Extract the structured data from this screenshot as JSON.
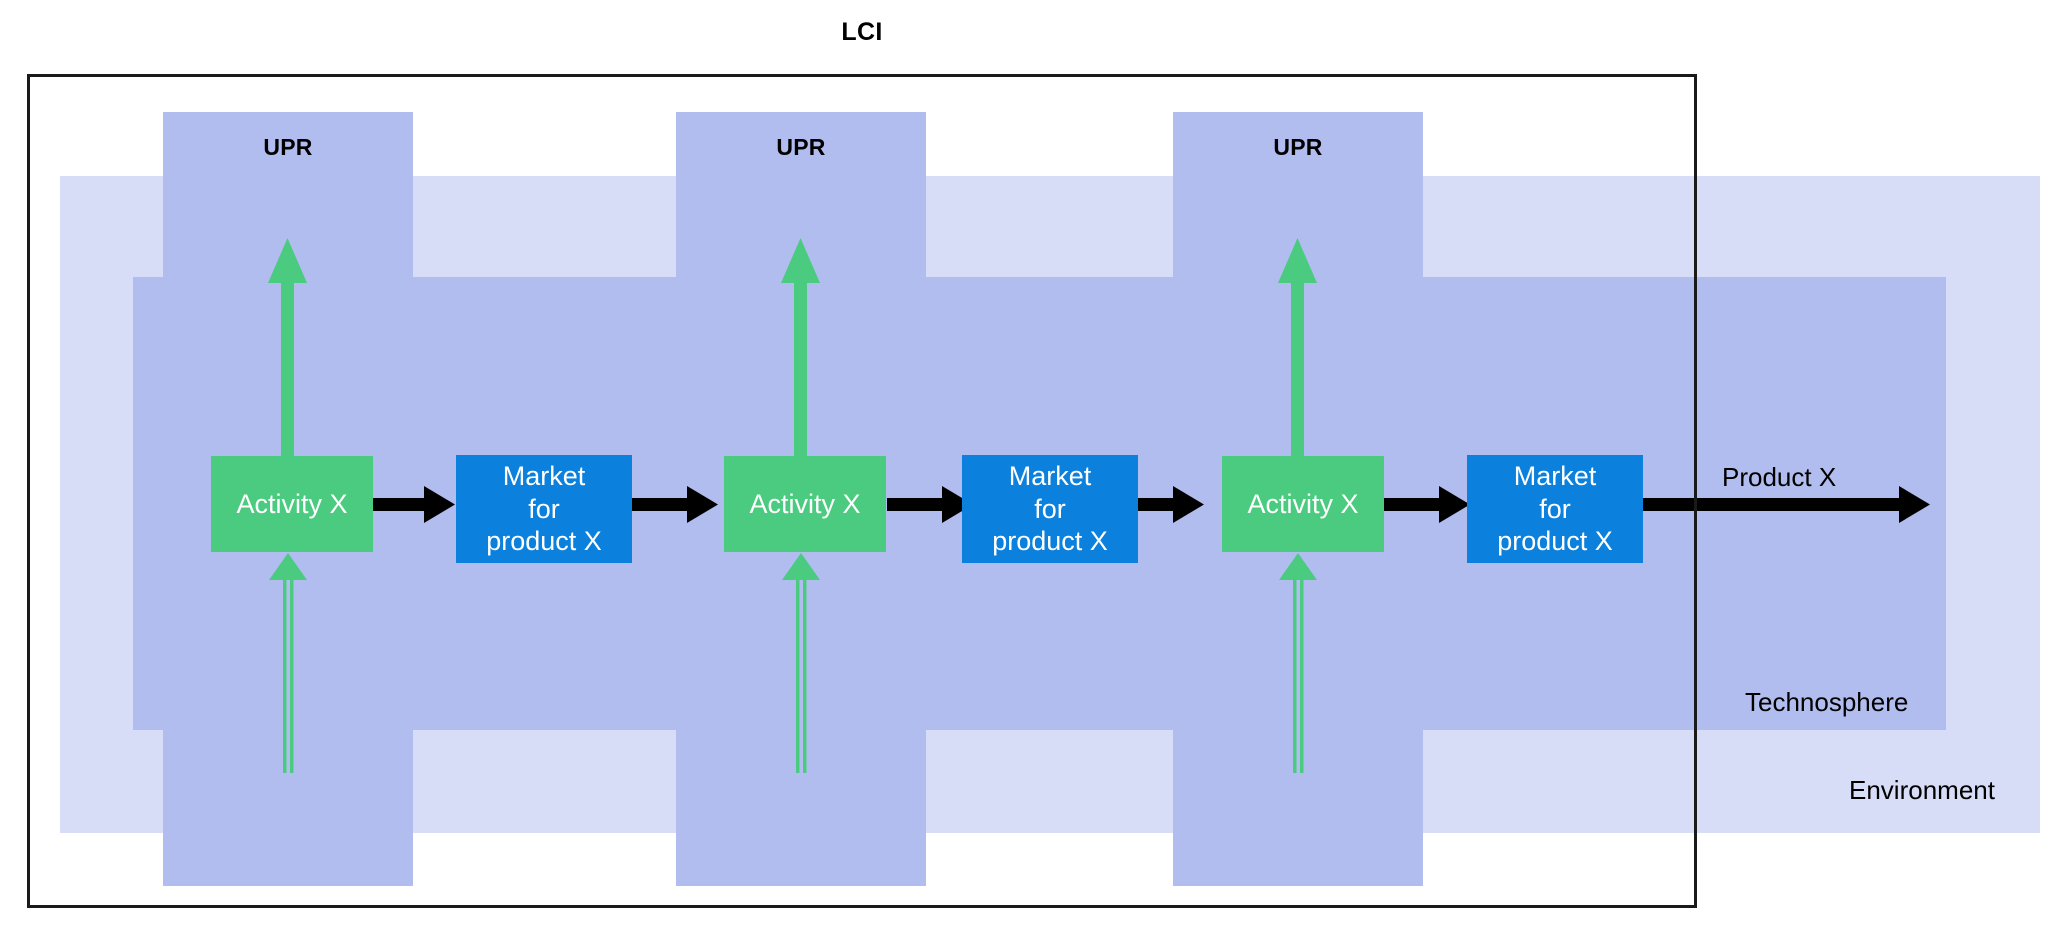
{
  "diagram": {
    "title": "LCI",
    "columns": [
      {
        "upr_label": "UPR",
        "activity_label": "Activity X",
        "market_label": "Market\nfor\nproduct X"
      },
      {
        "upr_label": "UPR",
        "activity_label": "Activity X",
        "market_label": "Market\nfor\nproduct X"
      },
      {
        "upr_label": "UPR",
        "activity_label": "Activity X",
        "market_label": "Market\nfor\nproduct X"
      }
    ],
    "output_flow_label": "Product X",
    "layer_labels": {
      "technosphere": "Technosphere",
      "environment": "Environment"
    },
    "colors": {
      "activity": "#4ACB7F",
      "market": "#0B80DC",
      "technosphere": "#b2bdef",
      "environment": "#d8ddf7",
      "frame": "#1a1a1a",
      "flow_arrow": "#000000",
      "elementary_flow_arrow": "#4ACB7F"
    }
  },
  "nodes": {
    "activity_1": "Activity X",
    "activity_2": "Activity X",
    "activity_3": "Activity X",
    "market_1_line1": "Market",
    "market_1_line2": "for",
    "market_1_line3": "product X",
    "market_2_line1": "Market",
    "market_2_line2": "for",
    "market_2_line3": "product X",
    "market_3_line1": "Market",
    "market_3_line2": "for",
    "market_3_line3": "product X"
  },
  "labels": {
    "upr_1": "UPR",
    "upr_2": "UPR",
    "upr_3": "UPR",
    "product_x": "Product X",
    "technosphere": "Technosphere",
    "environment": "Environment",
    "lci": "LCI"
  }
}
